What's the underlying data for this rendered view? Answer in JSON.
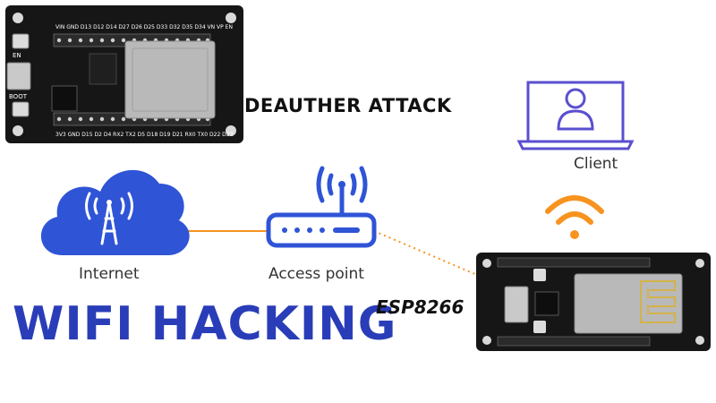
{
  "titles": {
    "deauther": "DEAUTHER ATTACK",
    "wifi_hacking": "WIFI HACKING",
    "esp8266": "ESP8266"
  },
  "nodes": {
    "internet": "Internet",
    "access_point": "Access point",
    "client": "Client"
  },
  "esp32_pin_labels": {
    "top": "VIN GND D13 D12 D14 D27 D26 D25 D33 D32 D35 D34 VN VP EN",
    "bottom": "3V3 GND D15 D2 D4 RX2 TX2 D5 D18 D19 D21 RX0 TX0 D22 D23",
    "en_button": "EN",
    "boot_button": "BOOT"
  },
  "colors": {
    "cloud": "#2f54d6",
    "wifi_blue": "#2f54d6",
    "router": "#2f54d6",
    "client_icon": "#5a4fcf",
    "client_wifi": "#f7931e",
    "connector": "#f7931e",
    "title_blue": "#2a3db8",
    "board_pcb": "#161616",
    "module_shield": "#b9b9b9"
  }
}
